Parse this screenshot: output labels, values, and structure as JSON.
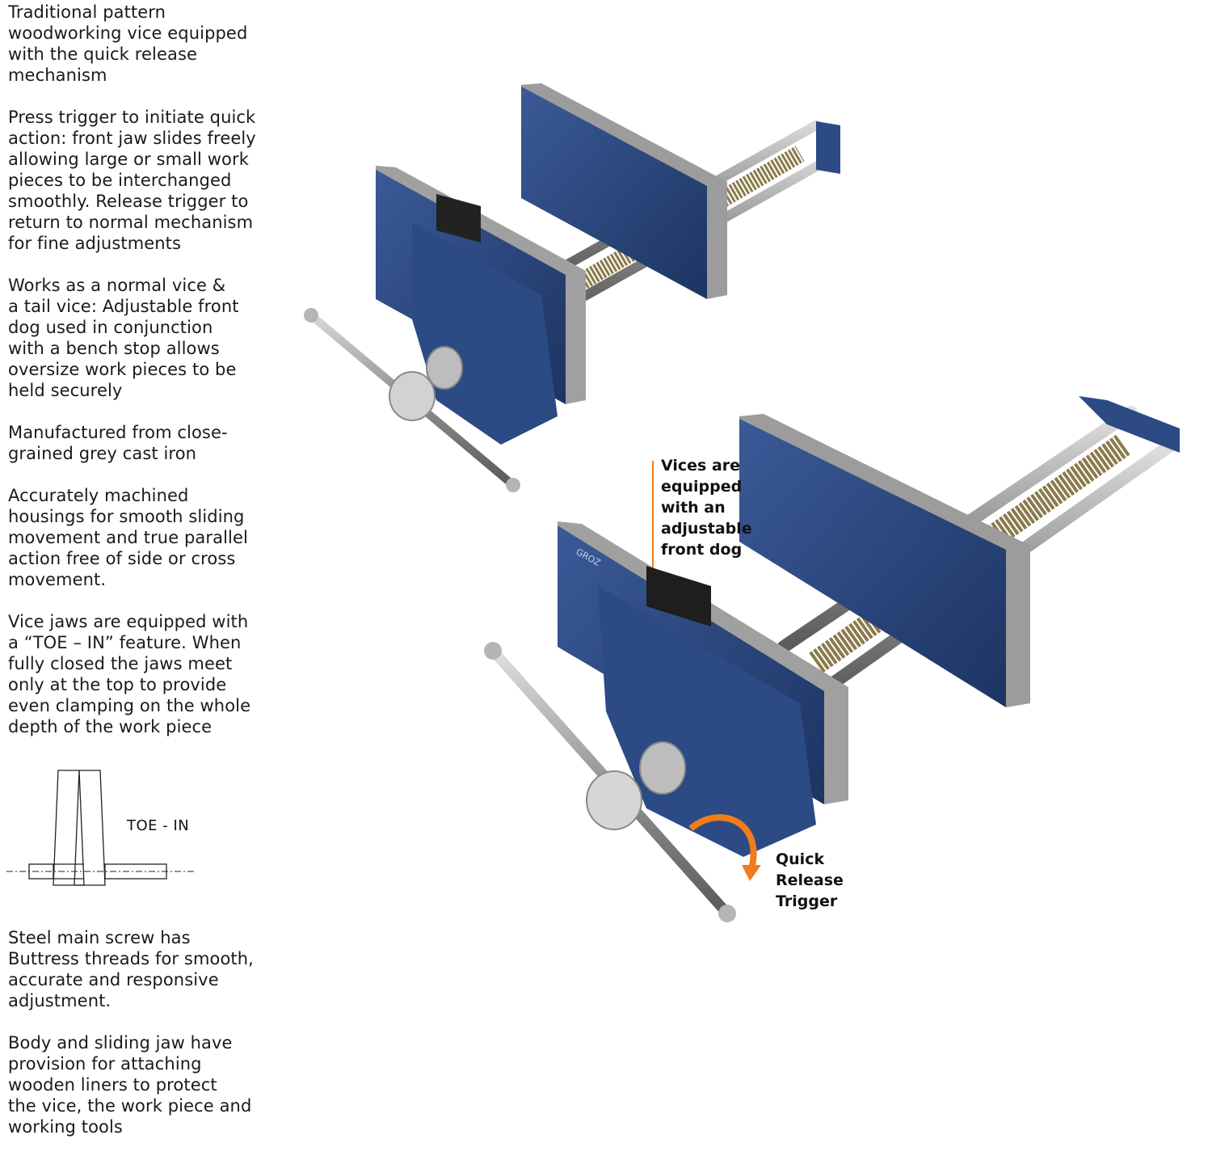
{
  "features": [
    "Traditional pattern\nwoodworking vice equipped\nwith the quick release\nmechanism",
    "Press trigger to initiate quick\naction: front jaw slides freely\nallowing large or small work\npieces to be interchanged\nsmoothly. Release trigger to\nreturn to normal mechanism\nfor fine adjustments",
    "Works as a normal vice &\na tail vice: Adjustable front\ndog used in conjunction\nwith a bench stop allows\noversize work pieces to be\nheld securely",
    "Manufactured from close-\ngrained grey cast iron",
    "Accurately machined\nhousings for smooth sliding\nmovement and true parallel\naction free of side or cross\nmovement.",
    "Vice jaws are equipped with\na “TOE – IN” feature. When\nfully closed the jaws meet\nonly at the top to provide\neven clamping on the whole\ndepth of the work piece",
    "Steel main screw has\nButtress threads for smooth,\naccurate and responsive\nadjustment.",
    "Body and sliding jaw have\nprovision for attaching\nwooden liners to protect\nthe vice, the work piece and\nworking tools"
  ],
  "diagram": {
    "toe_in_label": "TOE - IN"
  },
  "callouts": {
    "front_dog": "Vices are\nequipped\nwith an\nadjustable\nfront dog",
    "trigger": "Quick\nRelease\nTrigger"
  },
  "brand_text": "GROZ",
  "colors": {
    "vice_blue": "#2c4a84",
    "vice_dark": "#1d3462",
    "steel": "#9a9a9a",
    "arrow_orange": "#ef7d1a",
    "text": "#1a1a1a"
  }
}
